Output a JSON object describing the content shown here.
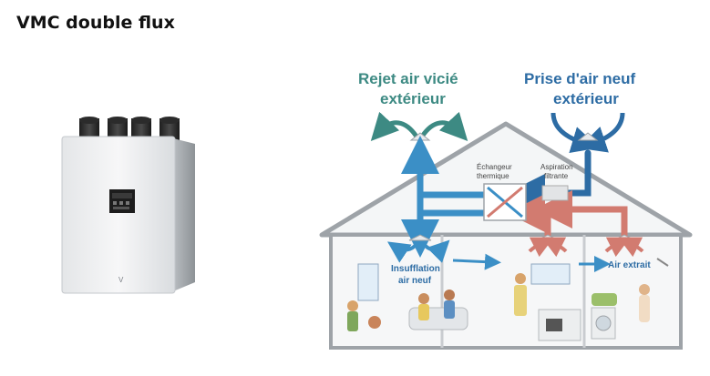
{
  "title": "VMC double flux",
  "colors": {
    "stale_air": "#3d8a83",
    "fresh_air": "#2d6ca4",
    "blue_flow": "#3b8fc6",
    "warm_flow": "#d27b70",
    "house_outline": "#9ea3a8",
    "wall_fill": "#eef0f2"
  },
  "unit": {
    "icon": "ventilation-unit-image",
    "brand_mark": "V"
  },
  "diagram": {
    "rejet_line1": "Rejet air vicié",
    "rejet_line2": "extérieur",
    "prise_line1": "Prise d'air neuf",
    "prise_line2": "extérieur",
    "echangeur_line1": "Échangeur",
    "echangeur_line2": "thermique",
    "aspiration_line1": "Aspiration",
    "aspiration_line2": "filtrante",
    "insufflation_line1": "Insufflation",
    "insufflation_line2": "air neuf",
    "air_extrait": "Air extrait"
  }
}
